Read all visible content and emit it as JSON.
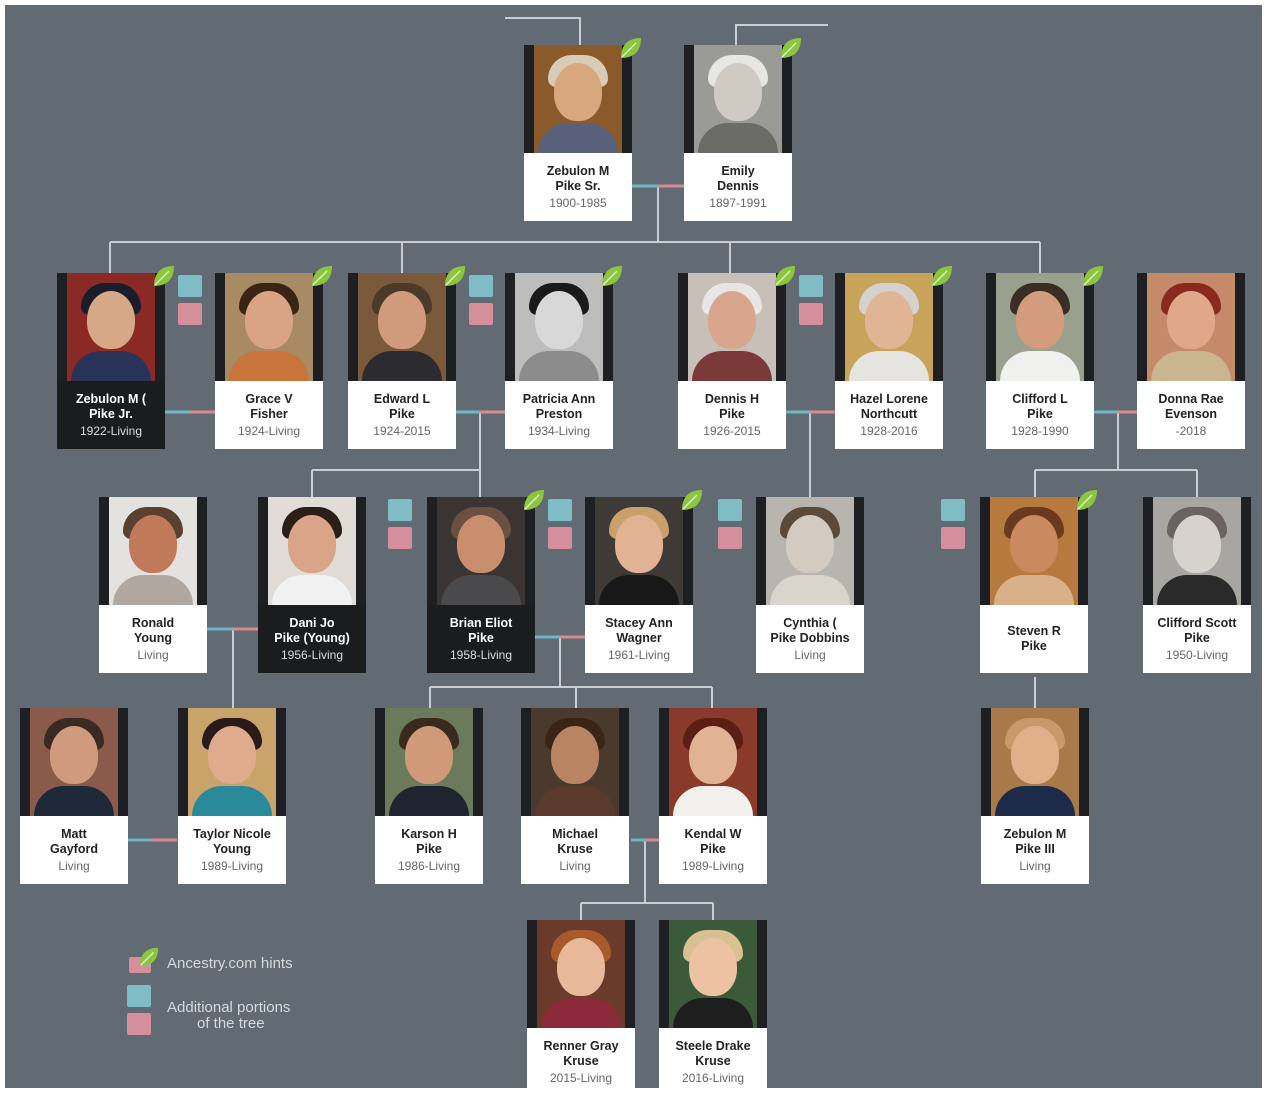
{
  "legend": {
    "hints_label": "Ancestry.com hints",
    "portions_line1": "Additional portions",
    "portions_line2": "of the tree"
  },
  "people": {
    "p1": {
      "name_line1": "Zebulon M",
      "name_line2": "Pike Sr.",
      "dates": "1900-1985",
      "hint": true
    },
    "p2": {
      "name_line1": "Emily",
      "name_line2": "Dennis",
      "dates": "1897-1991",
      "hint": true
    },
    "p3": {
      "name_line1": "Zebulon M (",
      "name_line2": "Pike Jr.",
      "dates": "1922-Living",
      "hint": true,
      "dark": true
    },
    "p4": {
      "name_line1": "Grace V",
      "name_line2": "Fisher",
      "dates": "1924-Living",
      "hint": true
    },
    "p5": {
      "name_line1": "Edward L",
      "name_line2": "Pike",
      "dates": "1924-2015",
      "hint": true
    },
    "p6": {
      "name_line1": "Patricia Ann",
      "name_line2": "Preston",
      "dates": "1934-Living",
      "hint": true
    },
    "p7": {
      "name_line1": "Dennis H",
      "name_line2": "Pike",
      "dates": "1926-2015",
      "hint": true
    },
    "p8": {
      "name_line1": "Hazel Lorene",
      "name_line2": "Northcutt",
      "dates": "1928-2016",
      "hint": true
    },
    "p9": {
      "name_line1": "Clifford L",
      "name_line2": "Pike",
      "dates": "1928-1990",
      "hint": true
    },
    "p10": {
      "name_line1": "Donna Rae",
      "name_line2": "Evenson",
      "dates": "-2018",
      "hint": false
    },
    "p11": {
      "name_line1": "Ronald",
      "name_line2": "Young",
      "dates": "Living",
      "hint": false
    },
    "p12": {
      "name_line1": "Dani Jo",
      "name_line2": "Pike (Young)",
      "dates": "1956-Living",
      "hint": false,
      "dark": true
    },
    "p13": {
      "name_line1": "Brian Eliot",
      "name_line2": "Pike",
      "dates": "1958-Living",
      "hint": true,
      "dark": true
    },
    "p14": {
      "name_line1": "Stacey Ann",
      "name_line2": "Wagner",
      "dates": "1961-Living",
      "hint": true
    },
    "p15": {
      "name_line1": "Cynthia (",
      "name_line2": "Pike Dobbins",
      "dates": "Living",
      "hint": false
    },
    "p16": {
      "name_line1": "Steven R",
      "name_line2": "Pike",
      "dates": "",
      "hint": true
    },
    "p17": {
      "name_line1": "Clifford Scott",
      "name_line2": "Pike",
      "dates": "1950-Living",
      "hint": false
    },
    "p18": {
      "name_line1": "Matt",
      "name_line2": "Gayford",
      "dates": "Living",
      "hint": false
    },
    "p19": {
      "name_line1": "Taylor Nicole",
      "name_line2": "Young",
      "dates": "1989-Living",
      "hint": false
    },
    "p20": {
      "name_line1": "Karson H",
      "name_line2": "Pike",
      "dates": "1986-Living",
      "hint": false
    },
    "p21": {
      "name_line1": "Michael",
      "name_line2": "Kruse",
      "dates": "Living",
      "hint": false
    },
    "p22": {
      "name_line1": "Kendal W",
      "name_line2": "Pike",
      "dates": "1989-Living",
      "hint": false
    },
    "p23": {
      "name_line1": "Zebulon M",
      "name_line2": "Pike III",
      "dates": "Living",
      "hint": false
    },
    "p24": {
      "name_line1": "Renner Gray",
      "name_line2": "Kruse",
      "dates": "2015-Living",
      "hint": false
    },
    "p25": {
      "name_line1": "Steele Drake",
      "name_line2": "Kruse",
      "dates": "2016-Living",
      "hint": false
    }
  },
  "colors": {
    "background": "#626a73",
    "card": "#ffffff",
    "dark_card": "#1b1c1e",
    "line": "#c9ccd0",
    "spouse_blue": "#6fb7c4",
    "spouse_pink": "#d98a8f",
    "leaf": "#8cc63f",
    "tile_blue": "#7fbcc6",
    "tile_pink": "#d48f9a"
  }
}
